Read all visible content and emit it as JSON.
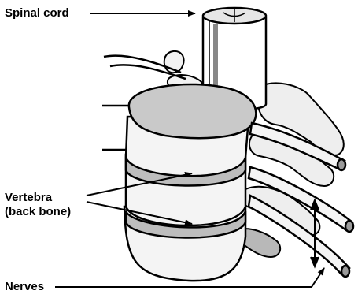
{
  "labels": {
    "spinal_cord": "Spinal cord",
    "vertebra_line1": "Vertebra",
    "vertebra_line2": "(back bone)",
    "nerves": "Nerves"
  },
  "colors": {
    "outline": "#000000",
    "bone_fill": "#f2f2f2",
    "disc_fill": "#cfcfcf",
    "shadow_fill": "#9a9a9a",
    "cord_fill": "#ffffff"
  }
}
